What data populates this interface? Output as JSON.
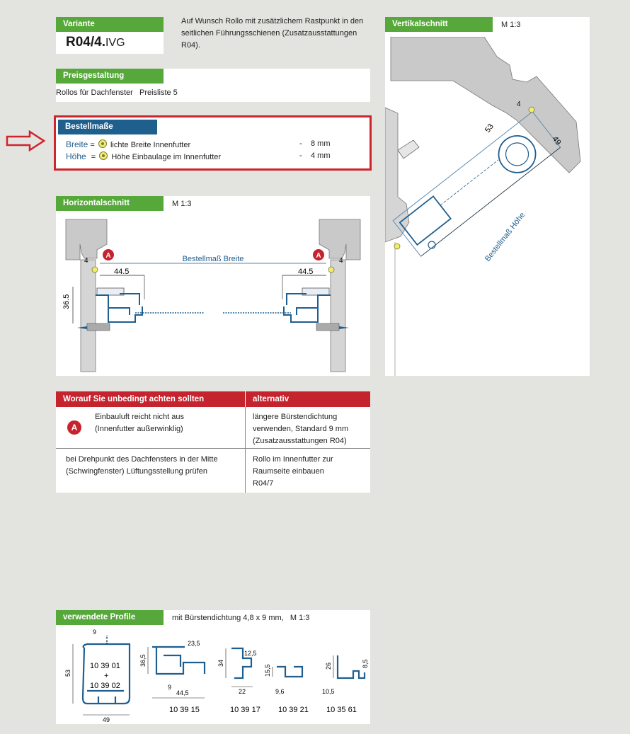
{
  "variante": {
    "header": "Variante",
    "code_bold": "R04/4.",
    "code_light": "IVG",
    "note_lines": [
      "Auf Wunsch Rollo mit zusätzlichem Rastpunkt in den",
      "seitlichen Führungsschienen (Zusatzausstattungen",
      "R04)."
    ]
  },
  "preis": {
    "header": "Preisgestaltung",
    "text": "Rollos für Dachfenster   Preisliste 5"
  },
  "bestell": {
    "header": "Bestellmaße",
    "rows": [
      {
        "label": "Breite",
        "eq": "=",
        "desc": "lichte Breite Innenfutter",
        "dash": "-",
        "value": "8 mm"
      },
      {
        "label": "Höhe",
        "eq": "=",
        "desc": "Höhe Einbaulage im Innenfutter",
        "dash": "-",
        "value": "4 mm"
      }
    ]
  },
  "arrow_icon": "red-outline-arrow-right",
  "horiz": {
    "header": "Horizontalschnitt",
    "scale": "M 1:3",
    "label_breite": "Bestellmaß Breite",
    "marker": "A",
    "dims": {
      "d4": "4",
      "d44": "44.5",
      "d36": "36.5"
    }
  },
  "vert": {
    "header": "Vertikalschnitt",
    "scale": "M 1:3",
    "label_hoehe": "Bestellmaß Höhe",
    "dims": {
      "d4": "4",
      "d53": "53",
      "d49": "49"
    }
  },
  "achten": {
    "header_left": "Worauf Sie unbedingt achten sollten",
    "header_right": "alternativ",
    "rows": [
      {
        "badge": "A",
        "left_lines": [
          "Einbauluft reicht nicht aus",
          "(Innenfutter außerwinklig)"
        ],
        "right_lines": [
          "längere Bürstendichtung",
          "verwenden, Standard 9 mm",
          "(Zusatzausstattungen R04)"
        ]
      },
      {
        "badge": "",
        "left_lines": [
          "bei Drehpunkt des Dachfensters in der Mitte",
          "(Schwingfenster) Lüftungsstellung prüfen"
        ],
        "right_lines": [
          "Rollo im Innenfutter zur",
          "Raumseite einbauen",
          "R04/7"
        ]
      }
    ]
  },
  "profile": {
    "header": "verwendete Profile",
    "note": "mit Bürstendichtung 4,8 x 9 mm,   M 1:3",
    "p1": {
      "code1": "10 39 01",
      "plus": "+",
      "code2": "10 39 02",
      "d_top": "9",
      "d_h": "53",
      "d_w": "49"
    },
    "p2": {
      "code": "10 39 15",
      "d_top": "23,5",
      "d_h": "36,5",
      "d_9": "9",
      "d_w": "44,5"
    },
    "p3": {
      "code": "10 39 17",
      "d_top": "12,5",
      "d_h": "34",
      "d_w": "22"
    },
    "p4": {
      "code": "10 39 21",
      "d_h": "15,5",
      "d_w": "9,6"
    },
    "p5": {
      "code": "10 35 61",
      "d_h": "26",
      "d_r": "8,5",
      "d_w": "10,5"
    }
  }
}
